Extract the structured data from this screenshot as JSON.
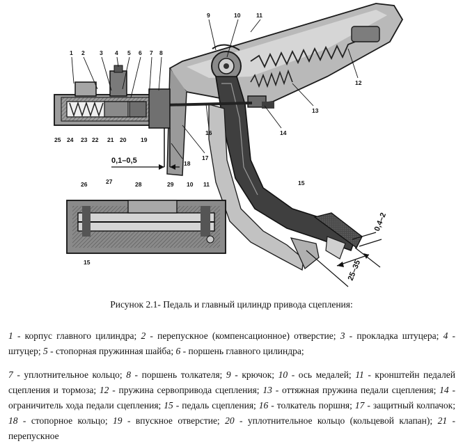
{
  "figure": {
    "callouts_top": [
      "1",
      "2",
      "3",
      "4",
      "5",
      "6",
      "7",
      "8",
      "9",
      "10",
      "11",
      "12",
      "13",
      "14",
      "16",
      "17",
      "18",
      "19",
      "20",
      "21",
      "22",
      "23",
      "24",
      "25"
    ],
    "callouts_bottom": [
      "26",
      "27",
      "28",
      "29",
      "10",
      "11",
      "15",
      "15"
    ],
    "dim_gap": "0,1–0,5",
    "dim_travel": "25–35",
    "dim_free": "0,4–2"
  },
  "caption": "Рисунок 2.1- Педаль и главный цилиндр привода сцепления:",
  "legend": [
    {
      "n": "1",
      "t": " - корпус главного цилиндра; "
    },
    {
      "n": "2",
      "t": " - перепускное (компенсационное) отверстие; "
    },
    {
      "n": "3",
      "t": " - прокладка штуцера; "
    },
    {
      "n": "4",
      "t": " - штуцер; "
    },
    {
      "n": "5",
      "t": " - стопорная пружинная шайба; "
    },
    {
      "n": "6",
      "t": " - поршень главного цилиндра;"
    }
  ],
  "legend2": [
    {
      "n": "7",
      "t": " - уплотнительное кольцо; "
    },
    {
      "n": "8",
      "t": " - поршень толкателя; "
    },
    {
      "n": "9",
      "t": " - крючок; "
    },
    {
      "n": "10",
      "t": " - ось медалей; "
    },
    {
      "n": "11",
      "t": " - кронштейн педалей сцепления и тормоза; "
    },
    {
      "n": "12",
      "t": " - пружина сервопривода сцепления; "
    },
    {
      "n": "13",
      "t": " - оттяжная пружина педали сцепления; "
    },
    {
      "n": "14",
      "t": " - ограничитель хода педали сцепления; "
    },
    {
      "n": "15",
      "t": " - педаль сцепления; "
    },
    {
      "n": "16",
      "t": " - толкатель поршня; "
    },
    {
      "n": "17",
      "t": " - защитный колпачок; "
    },
    {
      "n": "18",
      "t": " - стопорное кольцо; "
    },
    {
      "n": "19",
      "t": " - впускное отверстие; "
    },
    {
      "n": "20",
      "t": " - уплотнительное кольцо (кольцевой клапан); "
    },
    {
      "n": "21",
      "t": " - перепускное"
    }
  ]
}
